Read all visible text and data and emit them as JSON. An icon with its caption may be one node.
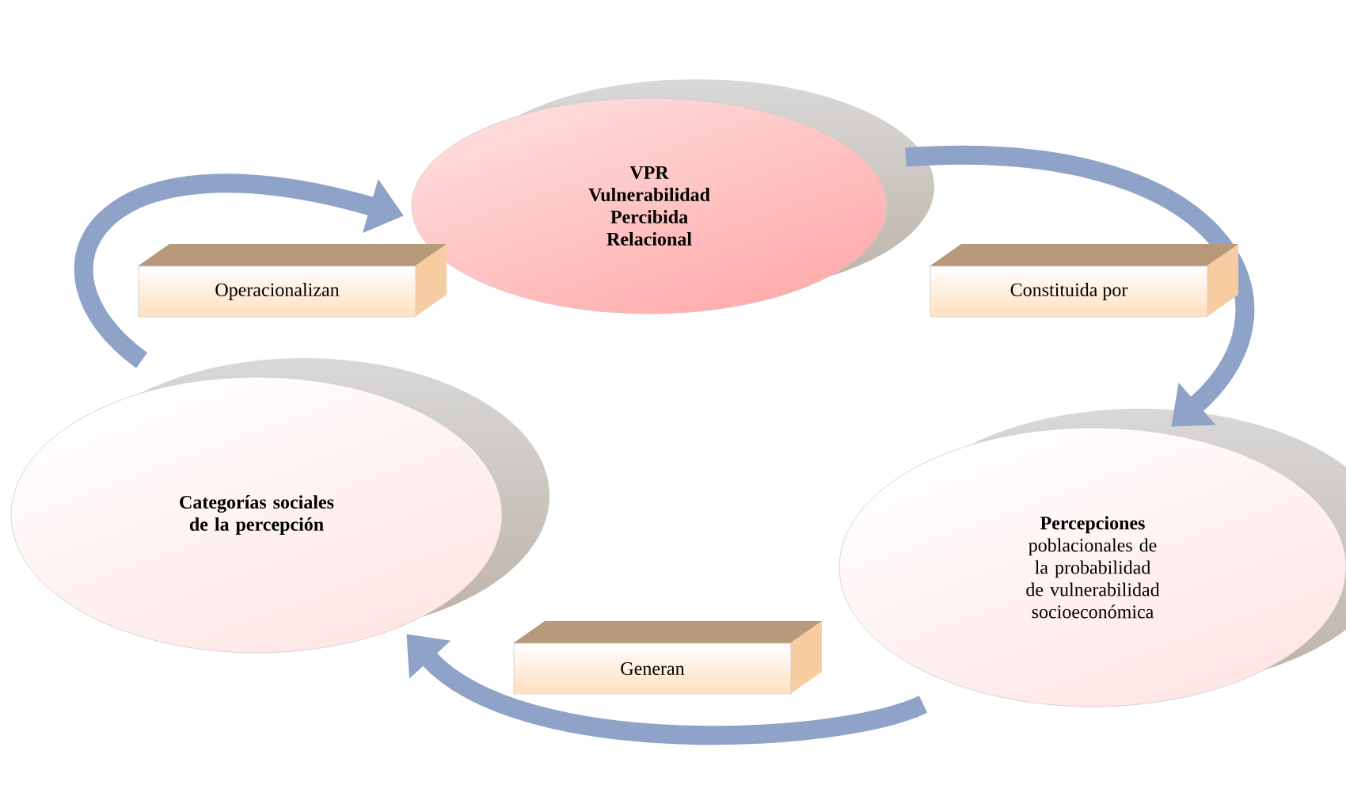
{
  "diagram": {
    "nodes": [
      {
        "text": [
          "VPR Vulnerabilidad Percibida Relacional"
        ]
      },
      {
        "text": [
          "Percepciones",
          "poblacionales de la probabilidad de vulnerabilidad socioeconómica"
        ]
      },
      {
        "text": [
          "Categorías sociales de la percepción"
        ]
      }
    ],
    "edges": [
      {
        "from": 0,
        "to": 1,
        "arrow": "to",
        "label": "Constituida por"
      },
      {
        "from": 1,
        "to": 2,
        "arrow": "to",
        "label": "Generan"
      },
      {
        "from": 2,
        "to": 0,
        "arrow": "to",
        "label": "Operacionalizan"
      }
    ]
  }
}
